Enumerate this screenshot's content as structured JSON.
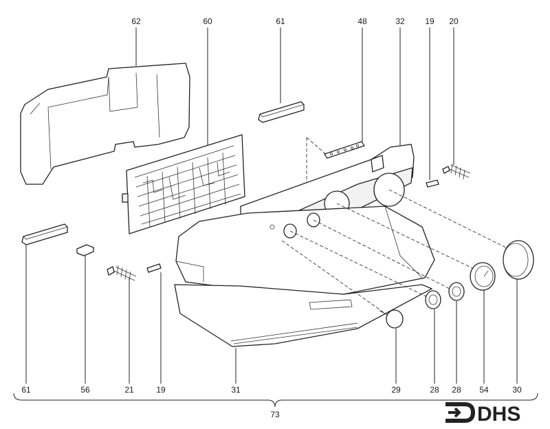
{
  "diagram": {
    "labels": {
      "p62": "62",
      "p60": "60",
      "p61_top": "61",
      "p48": "48",
      "p32": "32",
      "p19_top": "19",
      "p20": "20",
      "p61_bottom": "61",
      "p56": "56",
      "p21": "21",
      "p19_bottom": "19",
      "p31": "31",
      "p29": "29",
      "p28_left": "28",
      "p28_right": "28",
      "p54": "54",
      "p30": "30",
      "assembly": "73"
    },
    "logo": {
      "text": "DHS"
    }
  }
}
